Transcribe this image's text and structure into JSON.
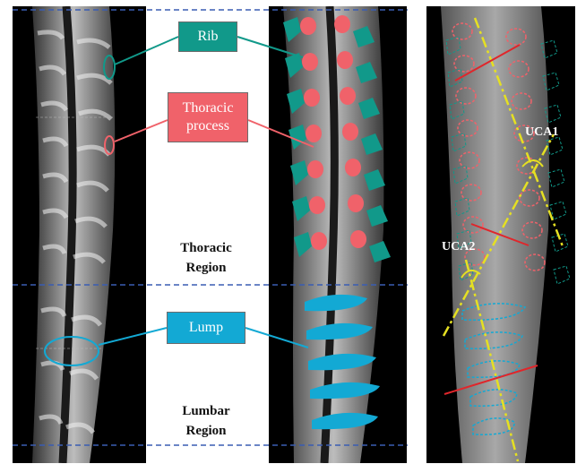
{
  "callouts": {
    "rib": "Rib",
    "thoracic_process": "Thoracic process",
    "lump": "Lump"
  },
  "regions": {
    "thoracic": [
      "Thoracic",
      "Region"
    ],
    "lumbar": [
      "Lumbar",
      "Region"
    ]
  },
  "angles": {
    "uca1": "UCA1",
    "uca2": "UCA2"
  },
  "colors": {
    "rib": "#11998a",
    "thoracic_process": "#f0626a",
    "lump": "#13a9d4",
    "divider": "#3a5db3",
    "angle_line": "#e5e022",
    "red_line": "#e0262b"
  }
}
